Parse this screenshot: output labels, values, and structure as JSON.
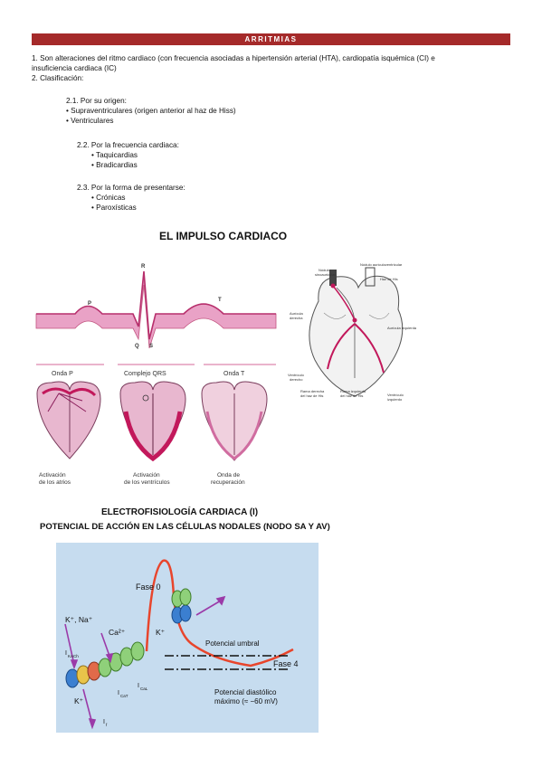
{
  "header": {
    "title": "ARRITMIAS"
  },
  "intro": {
    "line1": "1. Son alteraciones del ritmo cardiaco (con frecuencia asociadas a hipertensión arterial (HTA), cardiopatía isquémica (CI) e",
    "line2": "insuficiencia cardiaca (IC)",
    "line3": "2. Clasificación:"
  },
  "classification": {
    "origin": {
      "heading": "2.1. Por su origen:",
      "items": [
        "Supraventriculares (origen anterior al haz de Hiss)",
        "Ventriculares"
      ]
    },
    "frequency": {
      "heading": "2.2. Por la frecuencia cardiaca:",
      "items": [
        "Taquicardias",
        "Bradicardias"
      ]
    },
    "form": {
      "heading": "2.3. Por la forma de presentarse:",
      "items": [
        "Crónicas",
        "Paroxísticas"
      ]
    }
  },
  "figure1": {
    "title": "EL IMPULSO CARDIACO",
    "ecg_labels": {
      "p": "P",
      "r": "R",
      "q": "Q",
      "s": "S",
      "t": "T"
    },
    "waves": [
      "Onda P",
      "Complejo QRS",
      "Onda T"
    ],
    "captions": [
      {
        "line1": "Activación",
        "line2": "de los atrios"
      },
      {
        "line1": "Activación",
        "line2": "de los ventrículos"
      },
      {
        "line1": "Onda de",
        "line2": "recuperación"
      }
    ],
    "conduction_labels": {
      "sinus_node_1": "Nódulo",
      "sinus_node_2": "sinoauricular",
      "av_node": "Nódulo auriculoventricular",
      "his": "Haz de His",
      "right_atrium_1": "Aurícula",
      "right_atrium_2": "derecha",
      "left_atrium": "Aurícula izquierda",
      "right_ventricle_1": "Ventrículo",
      "right_ventricle_2": "derecho",
      "right_branch_1": "Rama derecha",
      "right_branch_2": "del haz de His",
      "left_branch_1": "Rama izquierda",
      "left_branch_2": "del haz de His",
      "left_ventricle_1": "Ventrículo",
      "left_ventricle_2": "izquierdo"
    }
  },
  "figure2": {
    "title": "ELECTROFISIOLOGÍA CARDIACA (I)",
    "subtitle": "POTENCIAL DE ACCIÓN EN LAS CÉLULAS NODALES (NODO SA Y AV)",
    "labels": {
      "phase0": "Fase 0",
      "k_na": "K⁺, Na⁺",
      "ca": "Ca²⁺",
      "k_top": "K⁺",
      "threshold": "Potencial umbral",
      "phase4": "Fase 4",
      "diastolic_1": "Potencial diastólico",
      "diastolic_2": "máximo (≈ −60 mV)",
      "k_bottom": "K⁺",
      "ikach": "I",
      "ikach_sub": "KACh",
      "ical": "I",
      "ical_sub": "CaL",
      "icat": "I",
      "icat_sub": "CaT",
      "if": "I",
      "if_sub": "f"
    },
    "colors": {
      "background": "#c6dcef",
      "curve": "#e8452c",
      "arrow": "#9b3aa8"
    }
  }
}
